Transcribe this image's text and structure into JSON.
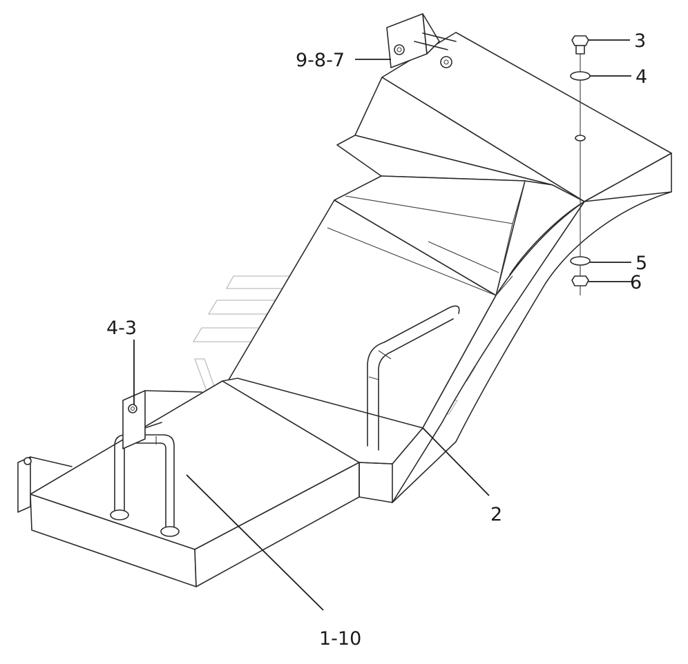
{
  "callouts": {
    "c1": "3",
    "c2": "4",
    "c3": "5",
    "c4": "6",
    "c5": "9-8-7",
    "c6": "4-3",
    "c7": "2",
    "c8": "1-10"
  }
}
